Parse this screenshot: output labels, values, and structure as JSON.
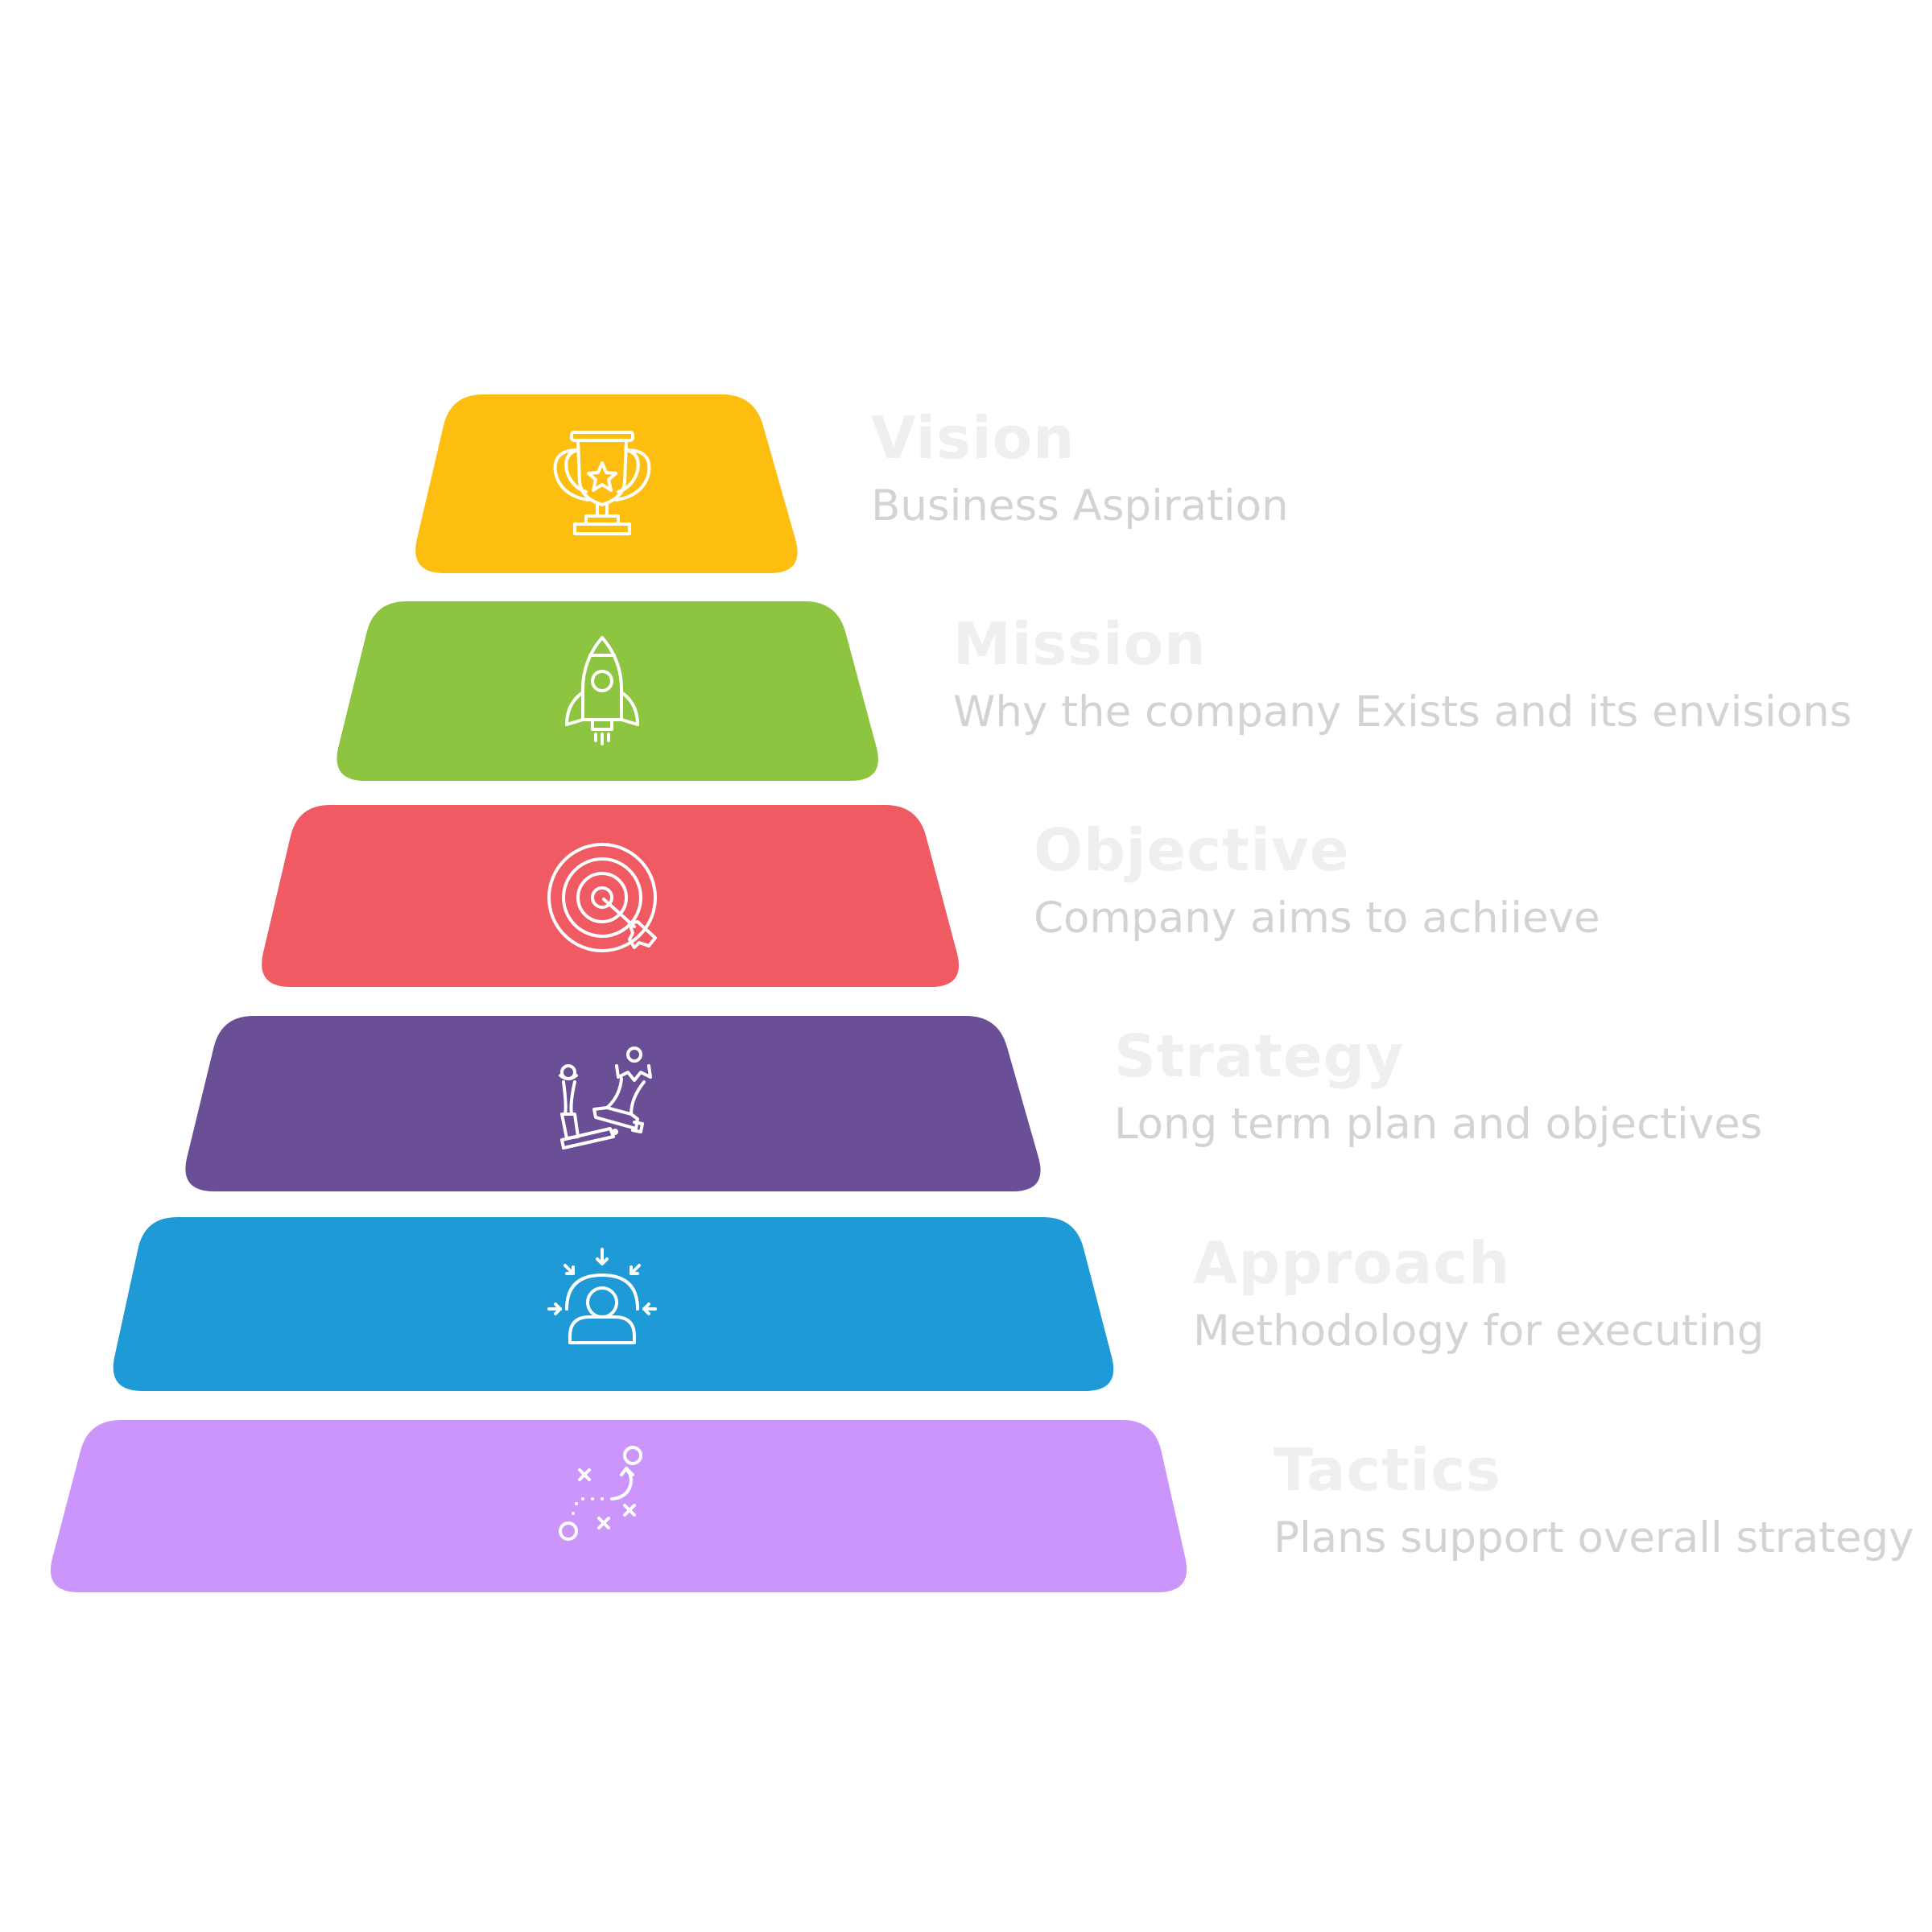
{
  "levels": [
    {
      "title": "Vision",
      "description": "Business Aspiration",
      "color": "#FDBE10",
      "icon": "trophy-icon"
    },
    {
      "title": "Mission",
      "description": "Why the company Exists and its envisions",
      "color": "#8DC540",
      "icon": "rocket-icon"
    },
    {
      "title": "Objective",
      "description": "Company  aims to achiieve",
      "color": "#EF5A63",
      "icon": "target-icon"
    },
    {
      "title": "Strategy",
      "description": "Long term plan and objectives",
      "color": "#6A4F96",
      "icon": "chess-icon"
    },
    {
      "title": "Approach",
      "description": "Methodology for executing",
      "color": "#1E9AD6",
      "icon": "focus-person-icon"
    },
    {
      "title": "Tactics",
      "description": "Plans support overall strategy",
      "color": "#CB95FB",
      "icon": "tactics-plan-icon"
    }
  ]
}
